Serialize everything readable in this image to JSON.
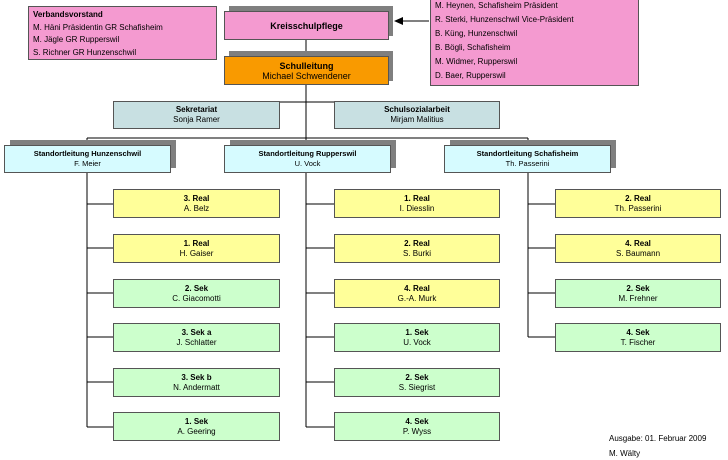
{
  "verbandsvorstand": {
    "title": "Verbandsvorstand",
    "members": [
      "M. Häni Präsidentin GR Schafisheim",
      "M. Jägle GR Rupperswil",
      "S. Richner GR Hunzenschwil"
    ]
  },
  "kreisschulpflege": {
    "title": "Kreisschulpflege",
    "members": [
      "M. Heynen, Schafisheim Präsident",
      "R. Sterki, Hunzenschwil Vice-Präsident",
      "B. Küng, Hunzenschwil",
      "B. Bögli, Schafisheim",
      "M. Widmer, Rupperswil",
      "D. Baer, Rupperswil"
    ]
  },
  "schulleitung": {
    "title": "Schulleitung",
    "name": "Michael Schwendener"
  },
  "sekretariat": {
    "title": "Sekretariat",
    "name": "Sonja Ramer"
  },
  "sozialarbeit": {
    "title": "Schulsozialarbeit",
    "name": "Mirjam Malitius"
  },
  "standorte": [
    {
      "title": "Standortleitung Hunzenschwil",
      "leader": "F. Meier",
      "classes": [
        {
          "cls": "3. Real",
          "teacher": "A. Belz",
          "color": "#ffff99"
        },
        {
          "cls": "1. Real",
          "teacher": "H. Gaiser",
          "color": "#ffff99"
        },
        {
          "cls": "2. Sek",
          "teacher": "C. Giacomotti",
          "color": "#ccffcc"
        },
        {
          "cls": "3. Sek a",
          "teacher": "J. Schlatter",
          "color": "#ccffcc"
        },
        {
          "cls": "3. Sek b",
          "teacher": "N. Andermatt",
          "color": "#ccffcc"
        },
        {
          "cls": "1. Sek",
          "teacher": "A. Geering",
          "color": "#ccffcc"
        }
      ]
    },
    {
      "title": "Standortleitung Rupperswil",
      "leader": "U. Vock",
      "classes": [
        {
          "cls": "1. Real",
          "teacher": "I. Diesslin",
          "color": "#ffff99"
        },
        {
          "cls": "2. Real",
          "teacher": "S. Burki",
          "color": "#ffff99"
        },
        {
          "cls": "4. Real",
          "teacher": "G.-A. Murk",
          "color": "#ffff99"
        },
        {
          "cls": "1. Sek",
          "teacher": "U. Vock",
          "color": "#ccffcc"
        },
        {
          "cls": "2. Sek",
          "teacher": "S. Siegrist",
          "color": "#ccffcc"
        },
        {
          "cls": "4. Sek",
          "teacher": "P. Wyss",
          "color": "#ccffcc"
        }
      ]
    },
    {
      "title": "Standortleitung Schafisheim",
      "leader": "Th. Passerini",
      "classes": [
        {
          "cls": "2. Real",
          "teacher": "Th. Passerini",
          "color": "#ffff99"
        },
        {
          "cls": "4. Real",
          "teacher": "S. Baumann",
          "color": "#ffff99"
        },
        {
          "cls": "2. Sek",
          "teacher": "M. Frehner",
          "color": "#ccffcc"
        },
        {
          "cls": "4. Sek",
          "teacher": "T. Fischer",
          "color": "#ccffcc"
        }
      ]
    }
  ],
  "footer": {
    "ausgabe": "Ausgabe: 01. Februar 2009",
    "author": "M. Wälty"
  }
}
